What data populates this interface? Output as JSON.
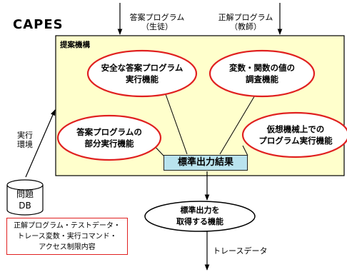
{
  "title": "CAPES",
  "inputs": {
    "answer_program": [
      "答案プログラム",
      "（生徒）"
    ],
    "correct_program": [
      "正解プログラム",
      "（教師）"
    ]
  },
  "system_box": {
    "label": "提案機構",
    "fill_color": "#ffffcc"
  },
  "functions": [
    [
      "安全な答案プログラム",
      "実行機能"
    ],
    [
      "変数・関数の値の",
      "調査機能"
    ],
    [
      "答案プログラムの",
      "部分実行機能"
    ],
    [
      "仮想機械上での",
      "プログラム実行機能"
    ]
  ],
  "output_box": "標準出力結果",
  "output_box_color": "#b9e3ee",
  "database": [
    "問題",
    "DB"
  ],
  "exec_env": [
    "実行",
    "環境"
  ],
  "db_contents": [
    "正解プログラム・テストデータ・",
    "トレース変数・実行コマンド・",
    "アクセス制限内容"
  ],
  "trace_function": [
    "標準出力を",
    "取得する機能"
  ],
  "trace_output": "トレースデータ",
  "accent_color": "#e02020"
}
